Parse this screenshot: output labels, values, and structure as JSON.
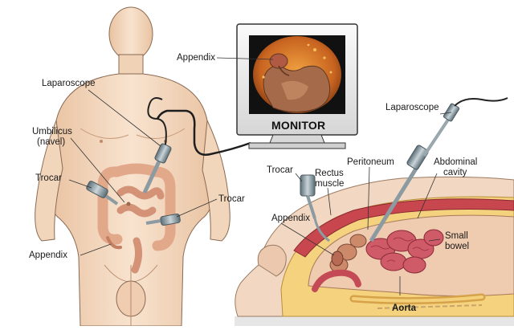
{
  "labels": {
    "laparoscope_left": "Laparoscope",
    "umbilicus_line1": "Umbilicus",
    "umbilicus_line2": "(navel)",
    "trocar_left": "Trocar",
    "trocar_middle": "Trocar",
    "appendix_left": "Appendix",
    "appendix_monitor": "Appendix",
    "monitor": "MONITOR",
    "laparoscope_right": "Laparoscope",
    "peritoneum": "Peritoneum",
    "abdominal_line1": "Abdominal",
    "abdominal_line2": "cavity",
    "trocar_right": "Trocar",
    "rectus_line1": "Rectus",
    "rectus_line2": "muscle",
    "appendix_right": "Appendix",
    "small_bowel_line1": "Small",
    "small_bowel_line2": "bowel",
    "aorta": "Aorta"
  },
  "colors": {
    "skin": "#f5dcc4",
    "skin_shadow": "#e2b995",
    "outline": "#8a6a52",
    "organ": "#e8b79a",
    "instrument": "#8a9ba3",
    "monitor_frame": "#eeeeee",
    "screen_bg": "#c8702a",
    "tissue_red": "#c0485a",
    "fat_yellow": "#f2d48a"
  }
}
